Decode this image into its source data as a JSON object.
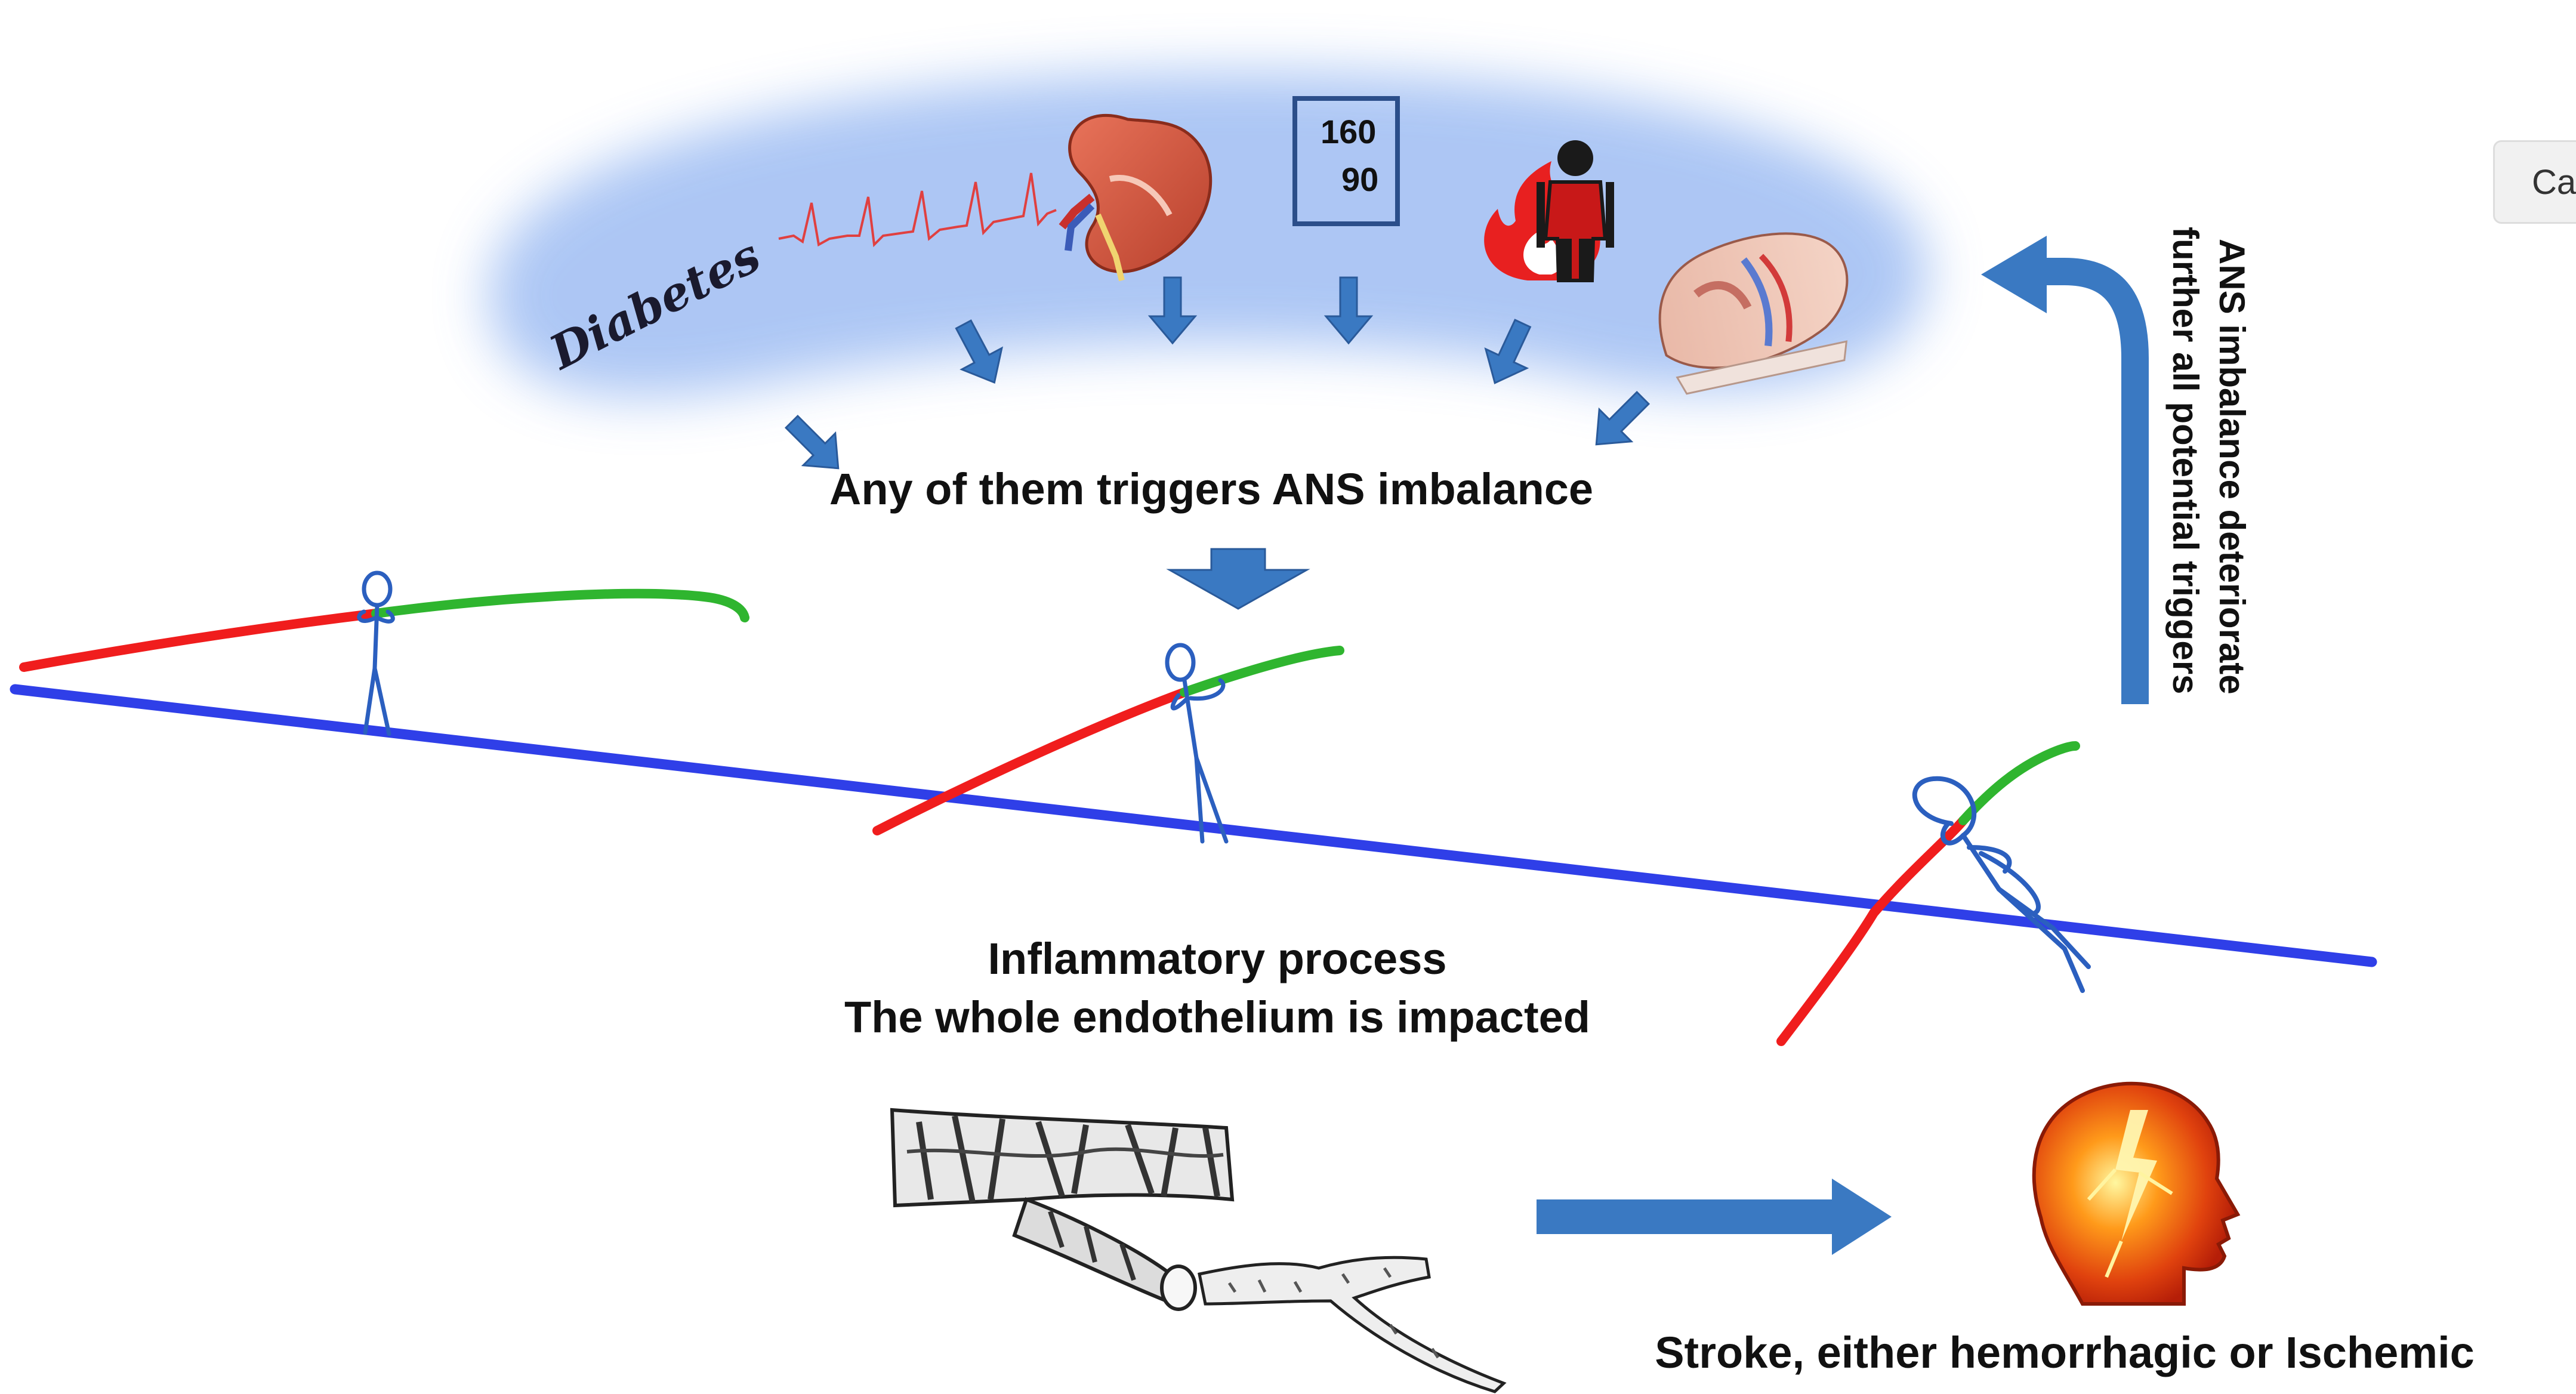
{
  "triggers": {
    "diabetes": "Diabetes",
    "bp_systolic": "160",
    "bp_diastolic": "90",
    "icons": [
      "ecg-waveform-icon",
      "kidney-icon",
      "blood-pressure-box",
      "fire-icon",
      "inflamed-person-icon",
      "sleep-apnea-airway-icon"
    ]
  },
  "labels": {
    "ans_trigger": "Any of them triggers ANS imbalance",
    "ans_feedback_line1": "ANS imbalance deteriorate",
    "ans_feedback_line2": "further all potential triggers",
    "inflammatory_line1": "Inflammatory process",
    "inflammatory_line2": "The whole endothelium is impacted",
    "stroke": "Stroke, either hemorrhagic or Ischemic"
  },
  "side_tab": {
    "label": "Ca"
  },
  "colors": {
    "arrow_blue": "#3a79c2",
    "baseline_blue": "#2f3fe8",
    "pole_red": "#f01d1d",
    "pole_green": "#2fb52f",
    "figure_blue": "#2b5fbf",
    "cloud_blue": "#9dbbf2"
  }
}
